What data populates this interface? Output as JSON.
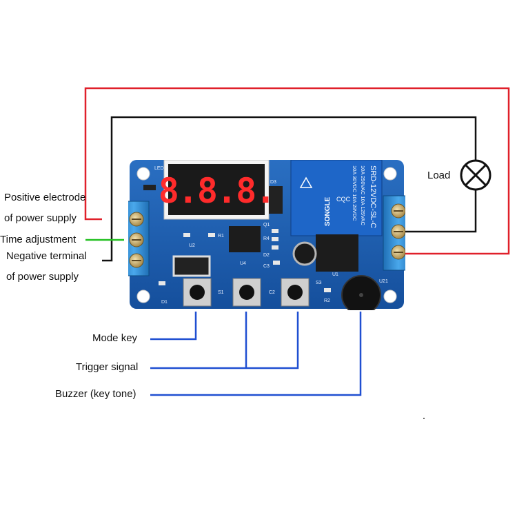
{
  "labels": {
    "positive_line1": "Positive electrode",
    "positive_line2": "of power supply",
    "time_adjustment": "Time adjustment",
    "negative_line1": "Negative terminal",
    "negative_line2": "of power supply",
    "mode_key": "Mode key",
    "trigger_signal": "Trigger signal",
    "buzzer": "Buzzer (key tone)",
    "load": "Load"
  },
  "board": {
    "display": "8.8.8.",
    "relay_line1": "SRD-12VDC-SL-C",
    "relay_line2": "10A 250VAC  10A 125VAC",
    "relay_line3": "10A 30VDC  10A 28VDC",
    "relay_brand": "SONGLE",
    "relay_cert": "CQC",
    "silk_s1": "S1",
    "silk_s3": "S3",
    "silk_c2": "C2",
    "silk_d1": "D1",
    "silk_r2": "R2",
    "silk_u4": "U4",
    "silk_u1": "U1",
    "silk_u2": "U2",
    "silk_r1": "R1",
    "silk_q1": "Q1",
    "silk_d3": "D3",
    "silk_c3": "C3",
    "silk_r4": "R4",
    "silk_d2": "D2",
    "silk_led": "LED",
    "silk_u21": "U21"
  },
  "colors": {
    "positive_wire": "#e0202a",
    "negative_wire": "#111111",
    "time_wire": "#22c020",
    "callout": "#1f4fd1",
    "pcb": "#1a5fb4",
    "terminal": "#2f8fd8"
  }
}
